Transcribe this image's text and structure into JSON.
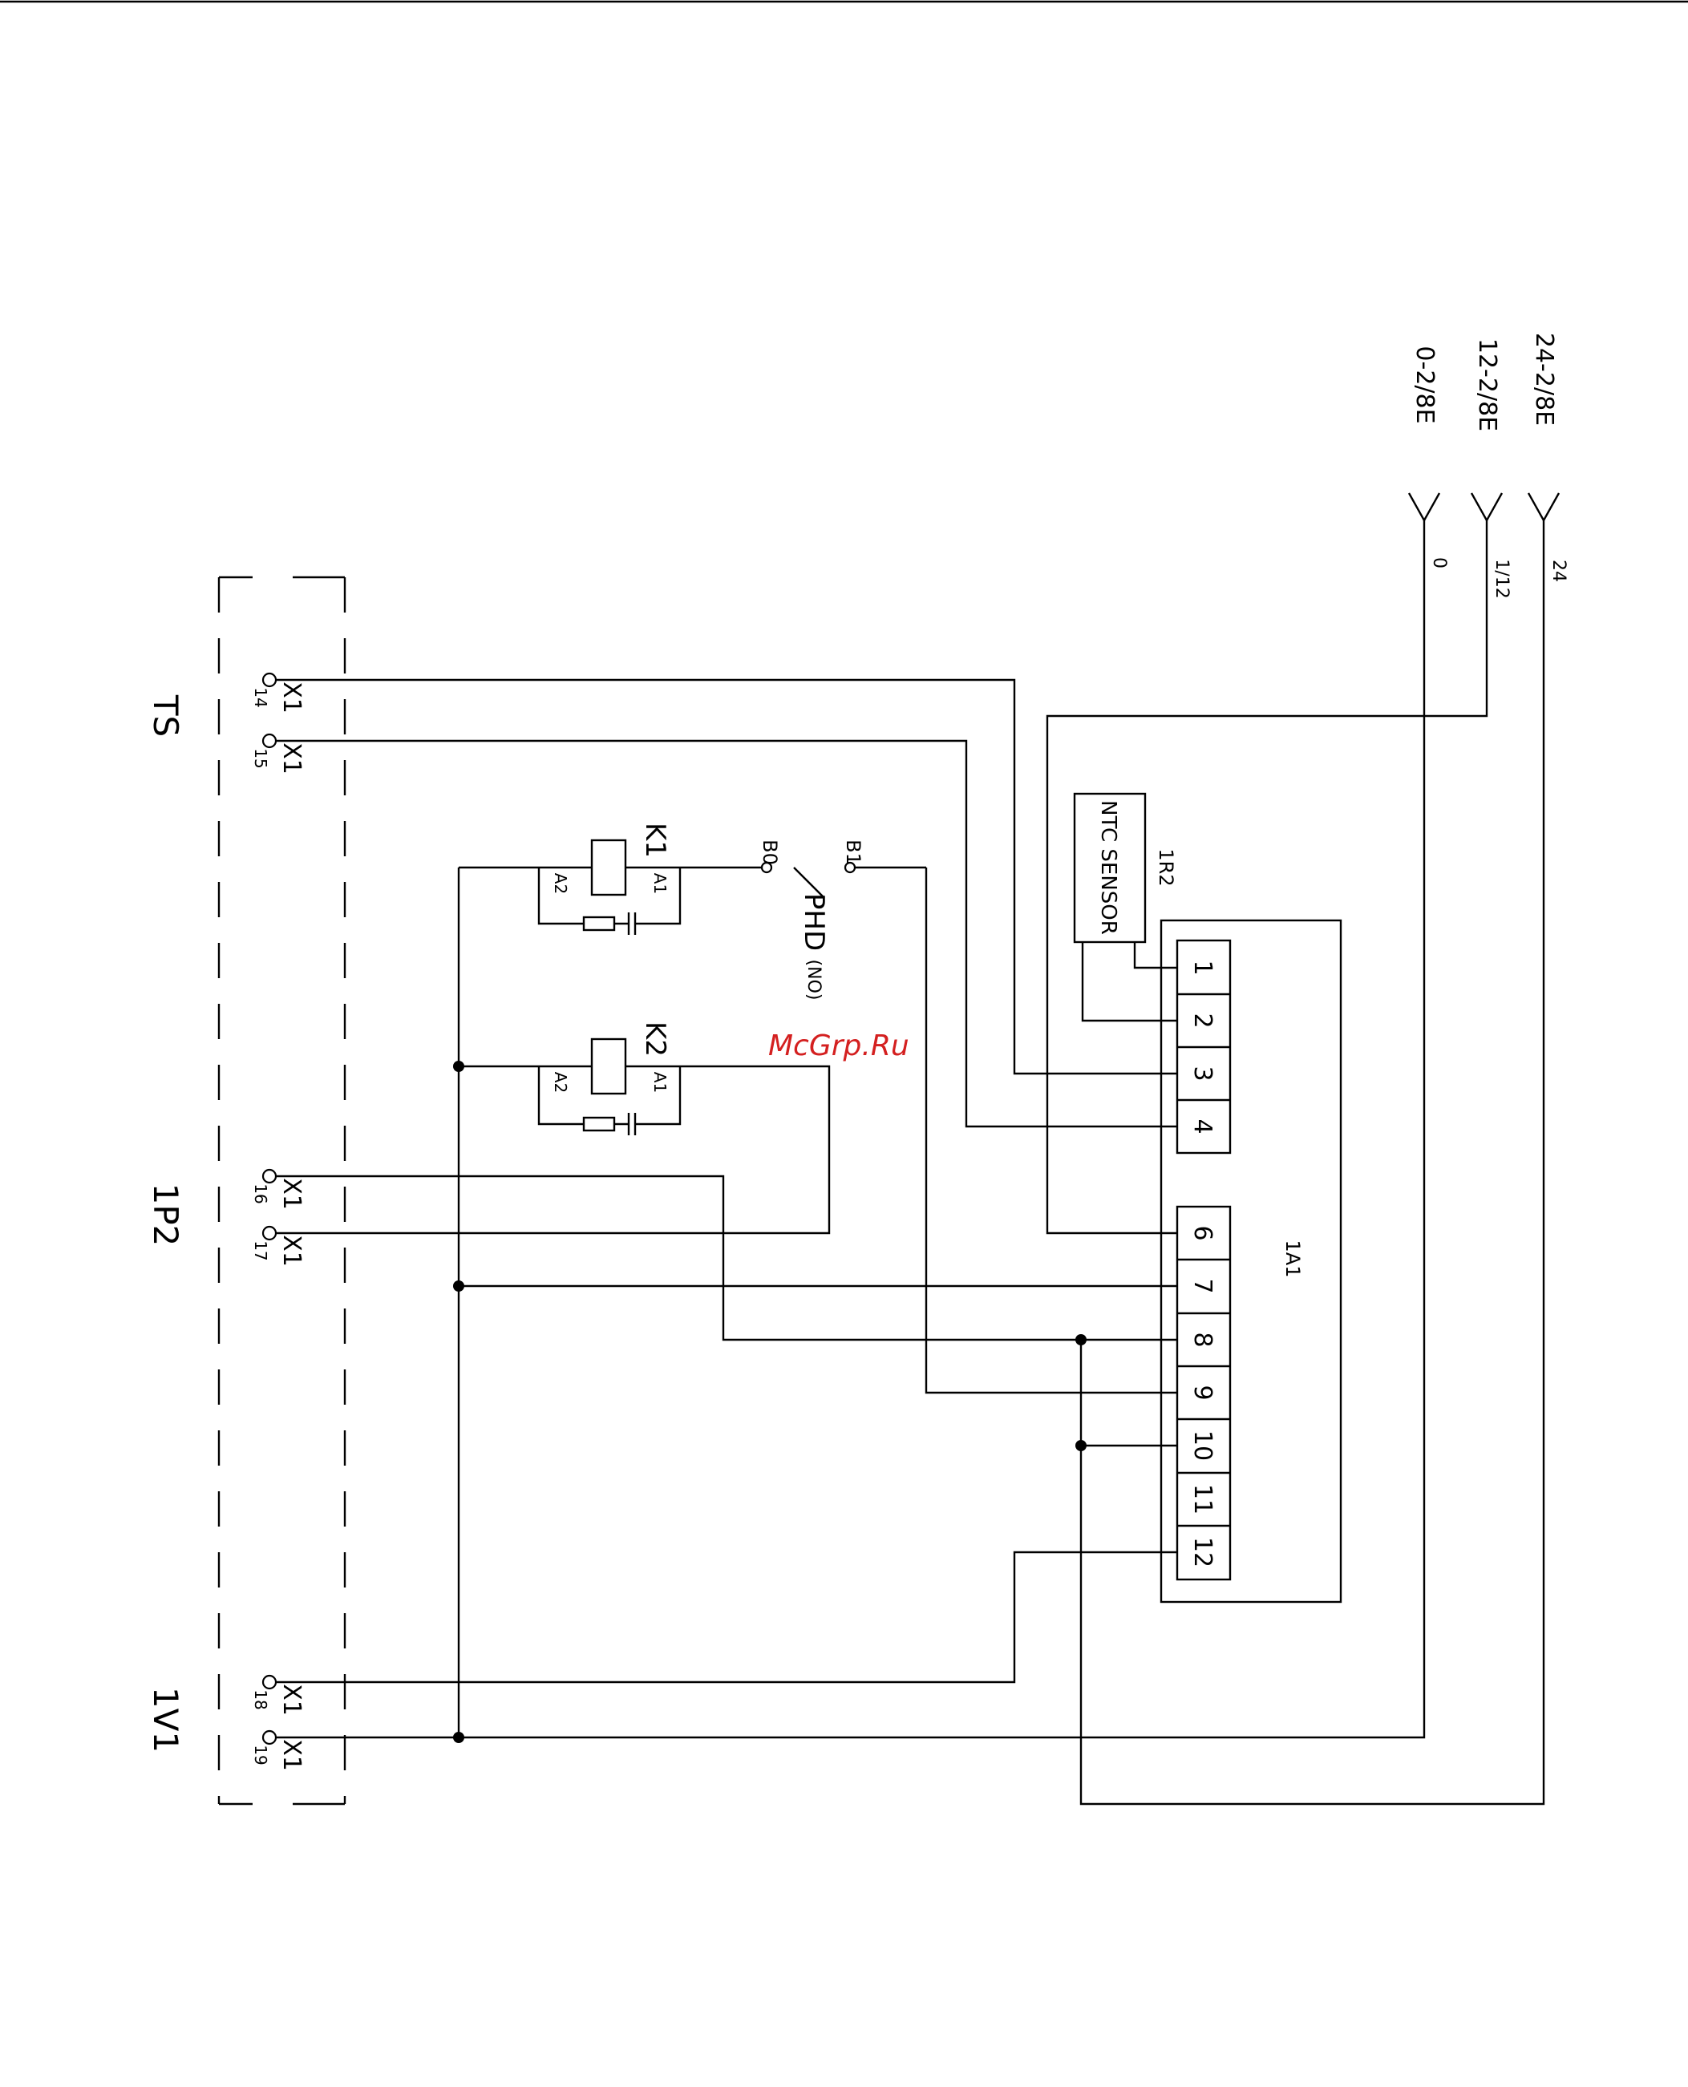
{
  "colors": {
    "line": "#000000",
    "background": "#ffffff",
    "watermark": "#d42020"
  },
  "supply": [
    {
      "ref": "0-2/8E",
      "wire": "0"
    },
    {
      "ref": "12-2/8E",
      "wire": "1/12"
    },
    {
      "ref": "24-2/8E",
      "wire": "24"
    }
  ],
  "devices": {
    "ts": "TS",
    "p2": "1P2",
    "v1": "1V1",
    "relay1": "K1",
    "relay2": "K2",
    "a1": "A1",
    "a2": "A2",
    "switch": "PHD",
    "switch_note": "(NO)",
    "b0": "B0",
    "b1": "B1",
    "sensor_ref": "1R2",
    "sensor_label": "NTC SENSOR",
    "controller": "1A1"
  },
  "x1_terminals": [
    {
      "num": "14",
      "label": "X1"
    },
    {
      "num": "15",
      "label": "X1"
    },
    {
      "num": "16",
      "label": "X1"
    },
    {
      "num": "17",
      "label": "X1"
    },
    {
      "num": "18",
      "label": "X1"
    },
    {
      "num": "19",
      "label": "X1"
    }
  ],
  "controller_terminals": [
    "1",
    "2",
    "3",
    "4",
    "6",
    "7",
    "8",
    "9",
    "10",
    "11",
    "12"
  ],
  "watermark": "McGrp.Ru"
}
